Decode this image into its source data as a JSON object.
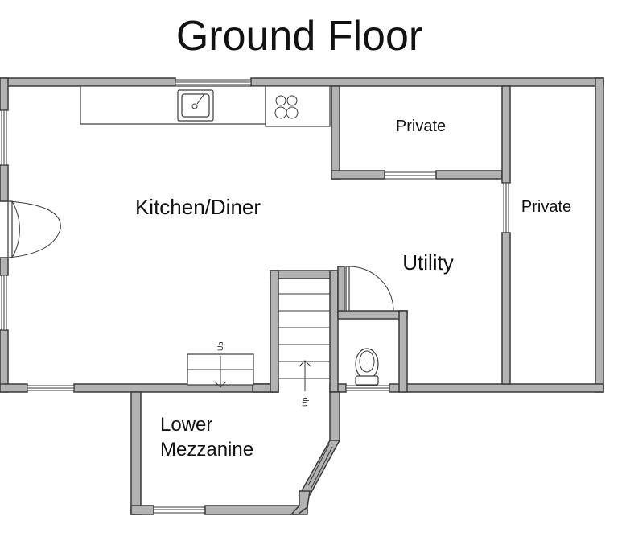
{
  "title": "Ground Floor",
  "rooms": {
    "kitchen": "Kitchen/Diner",
    "utility": "Utility",
    "private_1": "Private",
    "private_2": "Private",
    "lower_mezzanine_line1": "Lower",
    "lower_mezzanine_line2": "Mezzanine"
  },
  "stair_labels": {
    "main_stair": "Up",
    "step_up": "Up"
  }
}
